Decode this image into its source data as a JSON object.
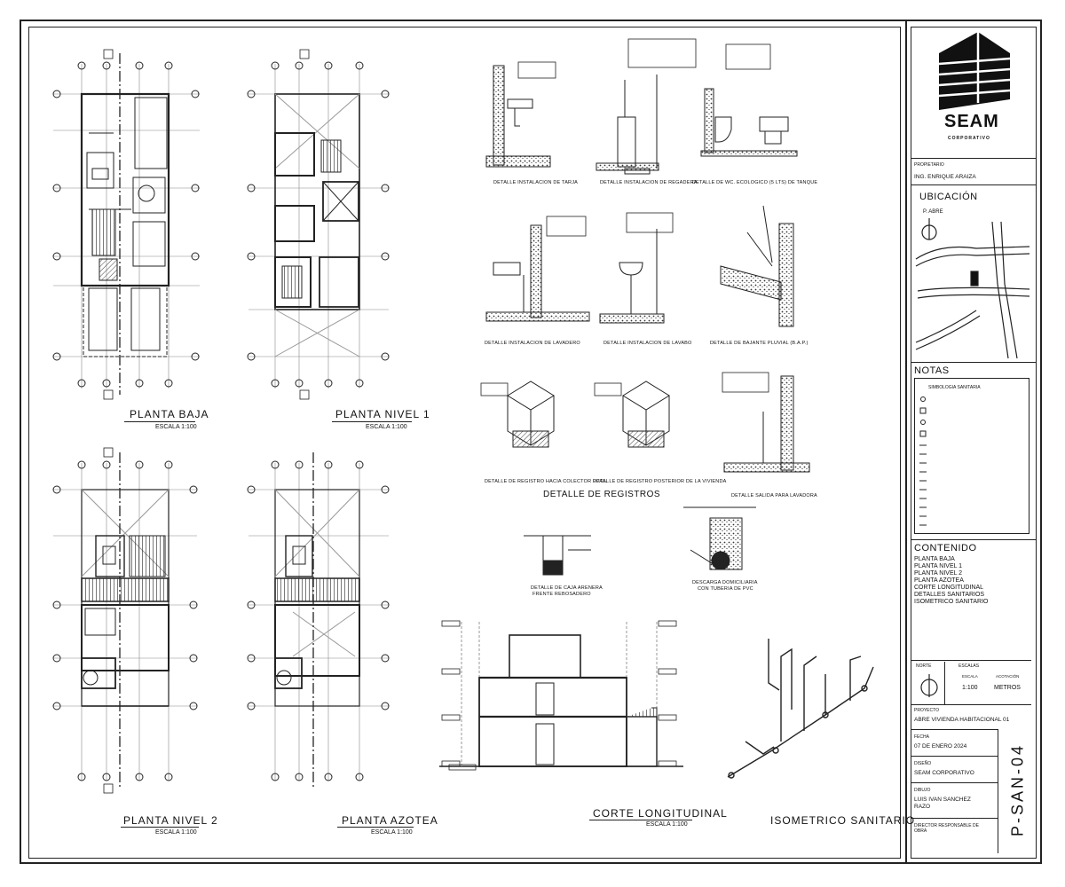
{
  "logo": {
    "name": "SEAM",
    "tagline": "CORPORATIVO"
  },
  "plans": [
    {
      "title": "PLANTA BAJA",
      "scale": "ESCALA 1:100"
    },
    {
      "title": "PLANTA NIVEL 1",
      "scale": "ESCALA 1:100"
    },
    {
      "title": "PLANTA NIVEL 2",
      "scale": "ESCALA 1:100"
    },
    {
      "title": "PLANTA AZOTEA",
      "scale": "ESCALA 1:100"
    }
  ],
  "details": {
    "tarja": "DETALLE INSTALACION DE TARJA",
    "regadera": "DETALLE INSTALACION DE REGADERA",
    "wc": "DETALLE DE WC. ECOLOGICO (5 LTS) DE TANQUE",
    "lavadero": "DETALLE INSTALACION DE LAVADERO",
    "lavabo": "DETALLE INSTALACION DE LAVABO",
    "bajante": "DETALLE DE BAJANTE  PLUVIAL (B.A.P.)",
    "registro_colector": "DETALLE DE REGISTRO HACIA COLECTOR PPAL.",
    "registro_posterior": "DETALLE DE REGISTRO POSTERIOR DE LA VIVIENDA",
    "registros_title": "DETALLE DE REGISTROS",
    "salida_lavadora": "DETALLE SALIDA PARA LAVADORA",
    "caja_arenera_1": "DETALLE DE CAJA ARENERA",
    "caja_arenera_2": "FRENTE REBOSADERO",
    "descarga_1": "DESCARGA DOMICILIARIA",
    "descarga_2": "CON TUBERIA DE PVC"
  },
  "corte": {
    "title": "CORTE LONGITUDINAL",
    "scale": "ESCALA 1:100"
  },
  "isometrico": {
    "title": "ISOMETRICO SANITARIO"
  },
  "titleblock": {
    "propietario_label": "PROPIETARIO",
    "propietario": "ING. ENRIQUE ARAIZA",
    "ubicacion_label": "UBICACIÓN",
    "p_abre": "P. ABRE",
    "notas_label": "NOTAS",
    "simbologia": "SIMBOLOGIA SANITARIA",
    "contenido_label": "CONTENIDO",
    "contenido": [
      "PLANTA BAJA",
      "PLANTA NIVEL 1",
      "PLANTA NIVEL 2",
      "PLANTA AZOTEA",
      "CORTE LONGITUDINAL",
      "DETALLES SANITARIOS",
      "ISOMETRICO SANITARIO"
    ],
    "norte_label": "NORTE",
    "escalas_label": "ESCALAS",
    "escala_label": "ESCALA",
    "acotacion_label": "ACOTACIÓN",
    "escala": "1:100",
    "acotacion": "METROS",
    "proyecto_label": "PROYECTO",
    "proyecto": "ABRE VIVIENDA HABITACIONAL 01",
    "fecha_label": "FECHA",
    "fecha": "07 DE ENERO 2024",
    "diseno_label": "DISEÑO",
    "diseno": "SEAM CORPORATIVO",
    "dibujo_label": "DIBUJO",
    "dibujo": "LUIS IVAN SANCHEZ RAZO",
    "director_label": "DIRECTOR RESPONSABLE DE OBRA",
    "sheet": "P-SAN-04"
  },
  "colors": {
    "ink": "#111111",
    "paper": "#ffffff",
    "hatch": "#555555"
  }
}
